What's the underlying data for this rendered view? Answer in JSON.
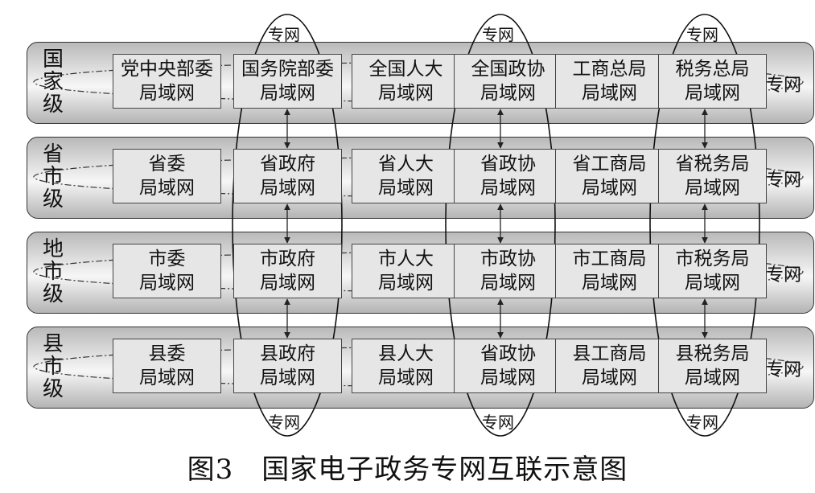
{
  "levels": [
    {
      "label": "国\n家\n级",
      "cells": [
        [
          "党中央部委",
          "局域网"
        ],
        [
          "国务院部委",
          "局域网"
        ],
        [
          "全国人大",
          "局域网"
        ],
        [
          "全国政协",
          "局域网"
        ],
        [
          "工商总局",
          "局域网"
        ],
        [
          "税务总局",
          "局域网"
        ]
      ]
    },
    {
      "label": "省\n市\n级",
      "cells": [
        [
          "省委",
          "局域网"
        ],
        [
          "省政府",
          "局域网"
        ],
        [
          "省人大",
          "局域网"
        ],
        [
          "省政协",
          "局域网"
        ],
        [
          "省工商局",
          "局域网"
        ],
        [
          "省税务局",
          "局域网"
        ]
      ]
    },
    {
      "label": "地\n市\n级",
      "cells": [
        [
          "市委",
          "局域网"
        ],
        [
          "市政府",
          "局域网"
        ],
        [
          "市人大",
          "局域网"
        ],
        [
          "市政协",
          "局域网"
        ],
        [
          "市工商局",
          "局域网"
        ],
        [
          "市税务局",
          "局域网"
        ]
      ]
    },
    {
      "label": "县\n市\n级",
      "cells": [
        [
          "县委",
          "局域网"
        ],
        [
          "县政府",
          "局域网"
        ],
        [
          "县人大",
          "局域网"
        ],
        [
          "省政协",
          "局域网"
        ],
        [
          "县工商局",
          "局域网"
        ],
        [
          "县税务局",
          "局域网"
        ]
      ]
    }
  ],
  "special_network_label": "专网",
  "caption": "图3　国家电子政务专网互联示意图"
}
